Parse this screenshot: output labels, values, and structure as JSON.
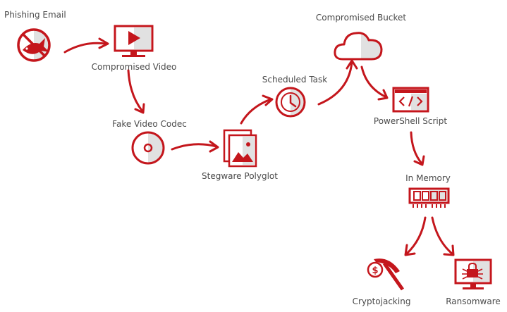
{
  "colors": {
    "accent": "#c4161c",
    "shade": "#e1e1e1",
    "text": "#4a4a4a"
  },
  "nodes": [
    {
      "id": "phishing",
      "label": "Phishing Email",
      "icon": "no-fish-icon"
    },
    {
      "id": "video",
      "label": "Compromised Video",
      "icon": "monitor-play-icon"
    },
    {
      "id": "codec",
      "label": "Fake Video Codec",
      "icon": "disc-icon"
    },
    {
      "id": "polyglot",
      "label": "Stegware Polyglot",
      "icon": "image-files-icon"
    },
    {
      "id": "task",
      "label": "Scheduled Task",
      "icon": "clock-icon"
    },
    {
      "id": "bucket",
      "label": "Compromised Bucket",
      "icon": "cloud-icon"
    },
    {
      "id": "powershell",
      "label": "PowerShell Script",
      "icon": "code-window-icon"
    },
    {
      "id": "memory",
      "label": "In Memory",
      "icon": "memory-chip-icon"
    },
    {
      "id": "crypto",
      "label": "Cryptojacking",
      "icon": "dollar-pickaxe-icon"
    },
    {
      "id": "ransom",
      "label": "Ransomware",
      "icon": "monitor-lock-bug-icon"
    }
  ],
  "edges": [
    {
      "from": "phishing",
      "to": "video"
    },
    {
      "from": "video",
      "to": "codec"
    },
    {
      "from": "codec",
      "to": "polyglot"
    },
    {
      "from": "polyglot",
      "to": "task"
    },
    {
      "from": "task",
      "to": "bucket"
    },
    {
      "from": "bucket",
      "to": "powershell"
    },
    {
      "from": "powershell",
      "to": "memory"
    },
    {
      "from": "memory",
      "to": "crypto"
    },
    {
      "from": "memory",
      "to": "ransom"
    }
  ]
}
